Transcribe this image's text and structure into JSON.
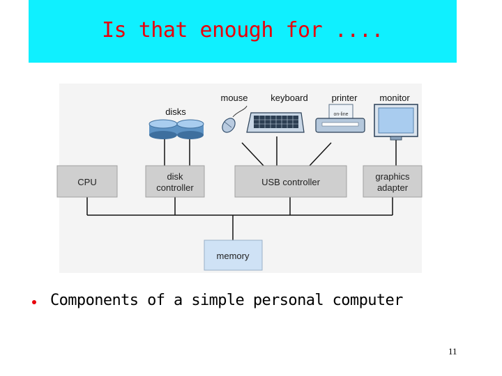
{
  "slide": {
    "title": "Is that enough for ....",
    "caption": "Components of a simple personal computer",
    "page_number": "11"
  },
  "diagram": {
    "devices": {
      "disks": "disks",
      "mouse": "mouse",
      "keyboard": "keyboard",
      "printer": "printer",
      "printer_tag": "on-line",
      "monitor": "monitor"
    },
    "nodes": {
      "cpu": "CPU",
      "disk_controller_1": "disk",
      "disk_controller_2": "controller",
      "usb_controller": "USB controller",
      "graphics_adapter_1": "graphics",
      "graphics_adapter_2": "adapter",
      "memory": "memory"
    }
  },
  "colors": {
    "title_bar": "#00ffff",
    "title_text": "#e8000b",
    "bullet": "#e8000b",
    "memory_box": "#cfe2f5",
    "device_box": "#cfcfcf"
  }
}
